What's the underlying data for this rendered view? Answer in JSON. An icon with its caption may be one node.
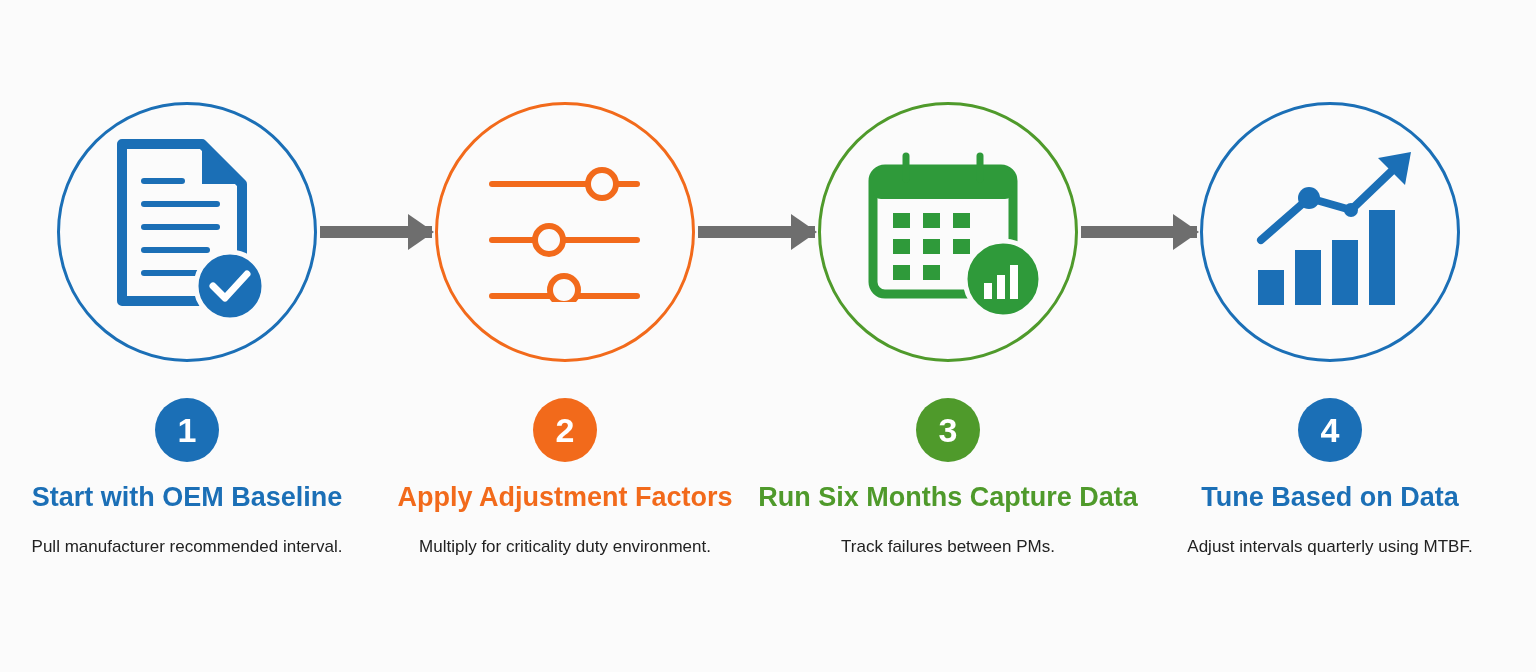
{
  "diagram": {
    "nodes": [
      {
        "text": [],
        "shape": "circle"
      },
      {
        "text": [],
        "shape": "circle"
      },
      {
        "text": [],
        "shape": "circle"
      },
      {
        "text": [],
        "shape": "circle"
      },
      {
        "text": [
          "1"
        ],
        "beside": [
          "Start with OEM Baseline",
          "Pull manufacturer recommended interval."
        ]
      },
      {
        "text": [
          "2"
        ],
        "beside": [
          "Apply Adjustment Factors",
          "Multiply for criticality duty environment."
        ]
      },
      {
        "text": [
          "3"
        ],
        "beside": [
          "Run Six Months Capture Data",
          "Track failures between PMs."
        ]
      },
      {
        "text": [
          "4"
        ],
        "beside": [
          "Tune Based on Data",
          "Adjust intervals quarterly using MTBF."
        ]
      }
    ],
    "edges": [
      {
        "from": 0,
        "to": 1,
        "arrow": "to"
      },
      {
        "from": 1,
        "to": 2,
        "arrow": "to"
      },
      {
        "from": 2,
        "to": 3,
        "arrow": "to"
      }
    ]
  }
}
